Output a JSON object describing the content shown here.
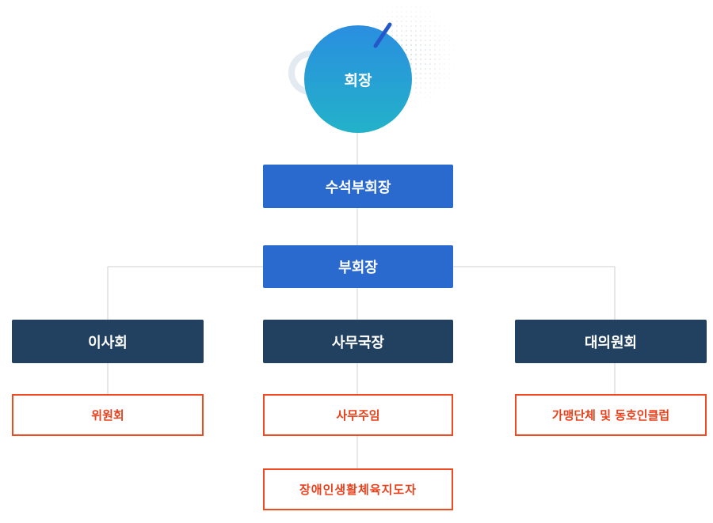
{
  "chairman": {
    "label": "회장"
  },
  "senior_vice_chairman": {
    "label": "수석부회장"
  },
  "vice_chairman": {
    "label": "부회장"
  },
  "board": {
    "label": "이사회",
    "child": "위원회"
  },
  "secretariat": {
    "label": "사무국장",
    "children": [
      "사무주임",
      "장애인생활체육지도자"
    ]
  },
  "council": {
    "label": "대의원회",
    "child": "가맹단체 및 동호인클럽"
  },
  "colors": {
    "circle_top": "#2a8ee0",
    "circle_bottom": "#23b2c9",
    "blue_box": "#2a69cd",
    "navy_box": "#22405f",
    "orange_border": "#ef4a22",
    "connector": "#cfcfcf"
  }
}
